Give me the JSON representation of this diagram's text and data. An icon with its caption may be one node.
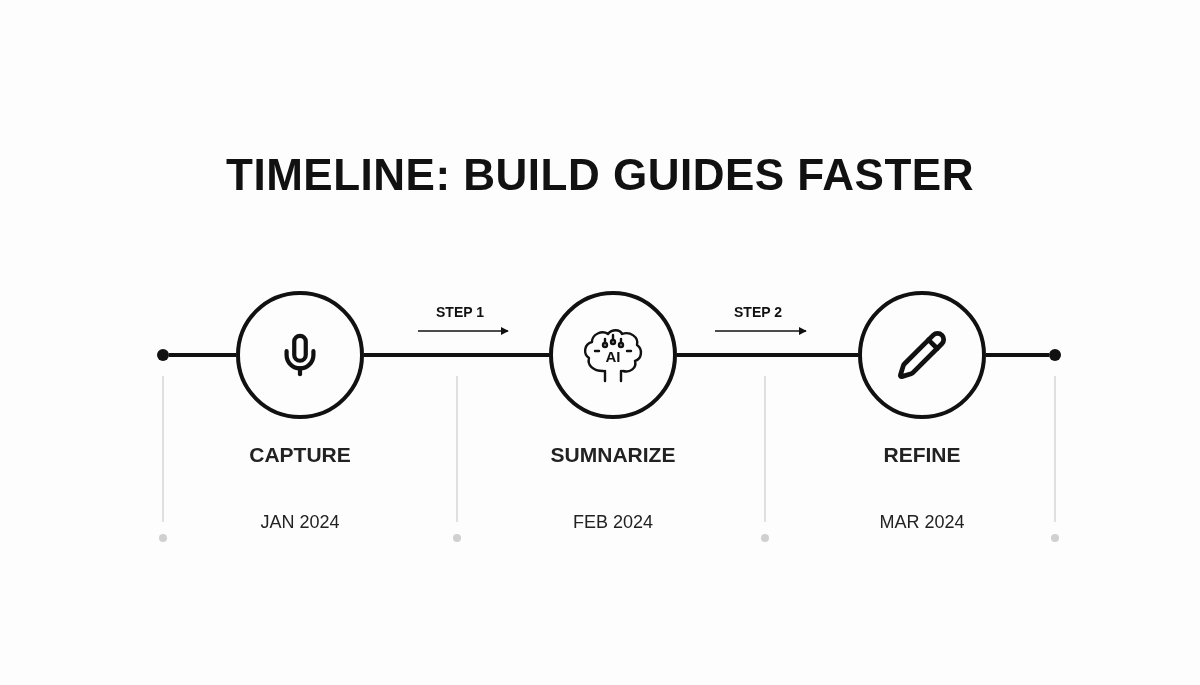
{
  "diagram": {
    "title": "TIMELINE: BUILD GUIDES FASTER",
    "nodes": [
      {
        "text": [],
        "shape": "circle"
      },
      {
        "text": [],
        "shape": "circle",
        "beside": [
          "CAPTURE",
          "JAN 2024"
        ]
      },
      {
        "text": [
          "AI"
        ],
        "beside": [
          "SUMNARIZE",
          "FEB 2024"
        ]
      },
      {
        "text": [],
        "shape": "circle",
        "beside": [
          "REFINE",
          "MAR 2024"
        ]
      },
      {
        "text": [],
        "shape": "circle"
      }
    ],
    "edges": [
      {
        "from": 0,
        "to": 1,
        "arrow": "none"
      },
      {
        "from": 1,
        "to": 2,
        "arrow": "none"
      },
      {
        "from": 2,
        "to": 3,
        "arrow": "none"
      },
      {
        "from": 3,
        "to": 4,
        "arrow": "none"
      }
    ],
    "labels": [
      "STEP 1",
      "STEP 2"
    ]
  }
}
